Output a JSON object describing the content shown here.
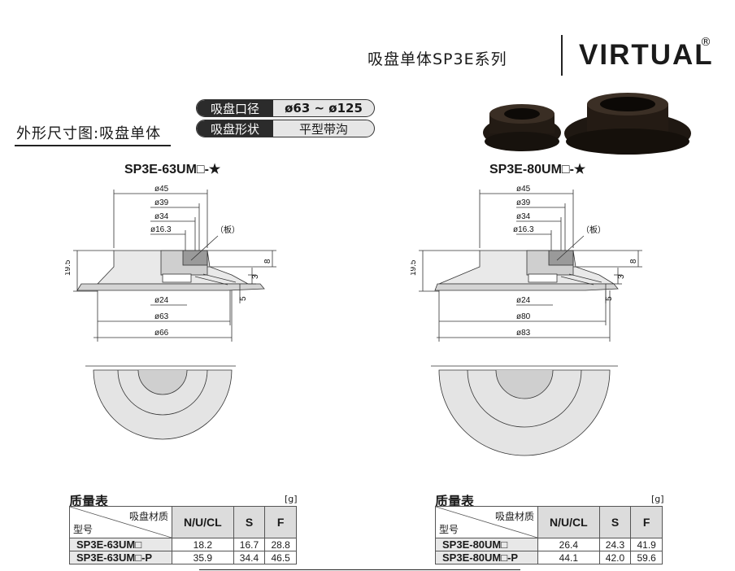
{
  "header": {
    "series_title": "吸盘单体SP3E系列",
    "brand": "VIRTUAL",
    "brand_mark": "®"
  },
  "section": {
    "title": "外形尺寸图:吸盘单体"
  },
  "specs": [
    {
      "label": "吸盘口径",
      "value": "ø63 ~ ø125"
    },
    {
      "label": "吸盘形状",
      "value": "平型带沟"
    }
  ],
  "drawings": [
    {
      "model": "SP3E-63UM□-★",
      "dims_top": [
        "ø45",
        "ø39",
        "ø34",
        "ø16.3"
      ],
      "plate_note": "（板）",
      "dims_bottom": [
        "ø24",
        "ø63",
        "ø66"
      ],
      "height_total": "19.5",
      "side_dims": [
        "8",
        "3",
        "5"
      ]
    },
    {
      "model": "SP3E-80UM□-★",
      "dims_top": [
        "ø45",
        "ø39",
        "ø34",
        "ø16.3"
      ],
      "plate_note": "（板）",
      "dims_bottom": [
        "ø24",
        "ø80",
        "ø83"
      ],
      "height_total": "19.5",
      "side_dims": [
        "8",
        "3",
        "5"
      ]
    }
  ],
  "mass_tables": [
    {
      "title": "质量表",
      "unit": "[g]",
      "corner_top": "吸盘材质",
      "corner_bottom": "型号",
      "columns": [
        "N/U/CL",
        "S",
        "F"
      ],
      "rows": [
        {
          "model": "SP3E-63UM□",
          "values": [
            "18.2",
            "16.7",
            "28.8"
          ]
        },
        {
          "model": "SP3E-63UM□-P",
          "values": [
            "35.9",
            "34.4",
            "46.5"
          ]
        }
      ]
    },
    {
      "title": "质量表",
      "unit": "[g]",
      "corner_top": "吸盘材质",
      "corner_bottom": "型号",
      "columns": [
        "N/U/CL",
        "S",
        "F"
      ],
      "rows": [
        {
          "model": "SP3E-80UM□",
          "values": [
            "26.4",
            "24.3",
            "41.9"
          ]
        },
        {
          "model": "SP3E-80UM□-P",
          "values": [
            "44.1",
            "42.0",
            "59.6"
          ]
        }
      ]
    }
  ]
}
